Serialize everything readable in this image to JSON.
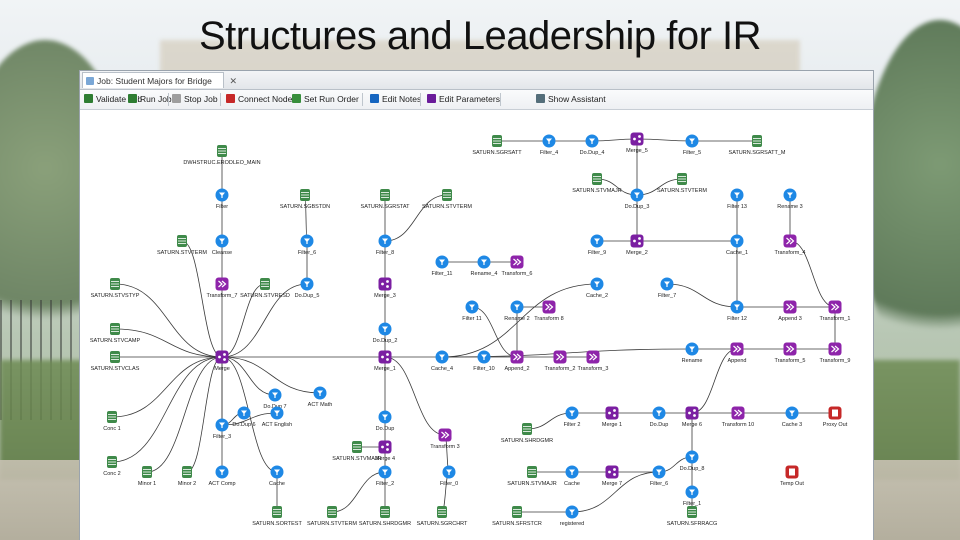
{
  "slide": {
    "title": "Structures and Leadership for IR"
  },
  "app": {
    "tab": {
      "label": "Job: Student Majors for Bridge",
      "close": "✕"
    },
    "toolbar": [
      {
        "label": "Validate Job",
        "icon": "validate-icon",
        "color": "#2e7d32"
      },
      {
        "label": "Run Job",
        "icon": "run-icon",
        "color": "#2e7d32"
      },
      {
        "label": "Stop Job",
        "icon": "stop-icon",
        "color": "#9e9e9e"
      },
      {
        "label": "Connect Nodes",
        "icon": "connect-icon",
        "color": "#c62828"
      },
      {
        "label": "Set Run Order",
        "icon": "run-order-icon",
        "color": "#388e3c"
      },
      {
        "label": "Edit Notes",
        "icon": "notes-icon",
        "color": "#1565c0"
      },
      {
        "label": "Edit Parameters",
        "icon": "parameters-icon",
        "color": "#6a1b9a"
      },
      {
        "label": "Show Assistant",
        "icon": "assistant-icon",
        "color": "#546e7a"
      }
    ]
  },
  "colors": {
    "source": "#3f8a4a",
    "filter": "#1e88e5",
    "merge": "#7b1fa2",
    "transform": "#8e24aa",
    "output": "#c62828"
  },
  "nodes": [
    {
      "id": "n1",
      "type": "source",
      "label": "SATURN.SGRSATT"
    },
    {
      "id": "n2",
      "type": "filter",
      "label": "Filter_4"
    },
    {
      "id": "n3",
      "type": "filter",
      "label": "Do.Dup_4"
    },
    {
      "id": "n4",
      "type": "merge",
      "label": "Merge_5"
    },
    {
      "id": "n5",
      "type": "filter",
      "label": "Filter_5"
    },
    {
      "id": "n6",
      "type": "source",
      "label": "SATURN.SGRSATT_M"
    },
    {
      "id": "n7",
      "type": "source",
      "label": "DWHSTRUC.ERODLEO_MAIN"
    },
    {
      "id": "n8",
      "type": "filter",
      "label": "Filter"
    },
    {
      "id": "n9",
      "type": "source",
      "label": "SATURN.SGBSTDN"
    },
    {
      "id": "n10",
      "type": "source",
      "label": "SATURN.SGRSTAT"
    },
    {
      "id": "n11",
      "type": "source",
      "label": "SATURN.STVTERM"
    },
    {
      "id": "n12",
      "type": "source",
      "label": "SATURN.STVMAJR"
    },
    {
      "id": "n13",
      "type": "source",
      "label": "SATURN.STVTERM"
    },
    {
      "id": "n14",
      "type": "filter",
      "label": "Do.Dup_3"
    },
    {
      "id": "n15",
      "type": "filter",
      "label": "Filter 13"
    },
    {
      "id": "n16",
      "type": "filter",
      "label": "Rename 3"
    },
    {
      "id": "n17",
      "type": "source",
      "label": "SATURN.STVTERM"
    },
    {
      "id": "n18",
      "type": "filter",
      "label": "Cleanse"
    },
    {
      "id": "n19",
      "type": "filter",
      "label": "Filter_6"
    },
    {
      "id": "n20",
      "type": "filter",
      "label": "Filter_8"
    },
    {
      "id": "n21",
      "type": "filter",
      "label": "Filter_11"
    },
    {
      "id": "n22",
      "type": "filter",
      "label": "Rename_4"
    },
    {
      "id": "n23",
      "type": "transform",
      "label": "Transform_6"
    },
    {
      "id": "n24",
      "type": "filter",
      "label": "Filter_9"
    },
    {
      "id": "n25",
      "type": "merge",
      "label": "Merge_2"
    },
    {
      "id": "n26",
      "type": "filter",
      "label": "Cache_1"
    },
    {
      "id": "n27",
      "type": "transform",
      "label": "Transform_4"
    },
    {
      "id": "n28",
      "type": "source",
      "label": "SATURN.STVSTYP"
    },
    {
      "id": "n29",
      "type": "transform",
      "label": "Transform_7"
    },
    {
      "id": "n30",
      "type": "source",
      "label": "SATURN.STVRESD"
    },
    {
      "id": "n31",
      "type": "filter",
      "label": "Do.Dup_5"
    },
    {
      "id": "n32",
      "type": "merge",
      "label": "Merge_3"
    },
    {
      "id": "n33",
      "type": "filter",
      "label": "Cache_2"
    },
    {
      "id": "n34",
      "type": "filter",
      "label": "Filter_7"
    },
    {
      "id": "n35",
      "type": "filter",
      "label": "Filter 12"
    },
    {
      "id": "n36",
      "type": "transform",
      "label": "Append 3"
    },
    {
      "id": "n37",
      "type": "transform",
      "label": "Transform_1"
    },
    {
      "id": "n38",
      "type": "source",
      "label": "SATURN.STVCAMP"
    },
    {
      "id": "n39",
      "type": "filter",
      "label": "Do.Dup_2"
    },
    {
      "id": "n40",
      "type": "filter",
      "label": "Filter 11"
    },
    {
      "id": "n41",
      "type": "filter",
      "label": "Rename 2"
    },
    {
      "id": "n42",
      "type": "transform",
      "label": "Transform 8"
    },
    {
      "id": "n43",
      "type": "source",
      "label": "SATURN.STVCLAS"
    },
    {
      "id": "n44",
      "type": "merge",
      "label": "Merge"
    },
    {
      "id": "n45",
      "type": "merge",
      "label": "Merge_1"
    },
    {
      "id": "n46",
      "type": "filter",
      "label": "Cache_4"
    },
    {
      "id": "n47",
      "type": "filter",
      "label": "Filter_10"
    },
    {
      "id": "n48",
      "type": "transform",
      "label": "Append_2"
    },
    {
      "id": "n49",
      "type": "transform",
      "label": "Transform_2"
    },
    {
      "id": "n50",
      "type": "transform",
      "label": "Transform_3"
    },
    {
      "id": "n51",
      "type": "filter",
      "label": "Rename"
    },
    {
      "id": "n52",
      "type": "transform",
      "label": "Append"
    },
    {
      "id": "n53",
      "type": "transform",
      "label": "Transform_5"
    },
    {
      "id": "n54",
      "type": "transform",
      "label": "Transform_9"
    },
    {
      "id": "n55",
      "type": "filter",
      "label": "Do.Dup 7"
    },
    {
      "id": "n56",
      "type": "filter",
      "label": "ACT Math"
    },
    {
      "id": "n57",
      "type": "source",
      "label": "Conc 1"
    },
    {
      "id": "n58",
      "type": "filter",
      "label": "Do.Dup 6"
    },
    {
      "id": "n59",
      "type": "filter",
      "label": "ACT English"
    },
    {
      "id": "n60",
      "type": "filter",
      "label": "Filter_3"
    },
    {
      "id": "n61",
      "type": "filter",
      "label": "Do.Dup"
    },
    {
      "id": "n62",
      "type": "source",
      "label": "SATURN.STVMAJR"
    },
    {
      "id": "n63",
      "type": "merge",
      "label": "Merge 4"
    },
    {
      "id": "n64",
      "type": "transform",
      "label": "Transform 3"
    },
    {
      "id": "n65",
      "type": "source",
      "label": "SATURN.SHRDGMR"
    },
    {
      "id": "n66",
      "type": "filter",
      "label": "Filter 2"
    },
    {
      "id": "n67",
      "type": "merge",
      "label": "Merge 1"
    },
    {
      "id": "n68",
      "type": "filter",
      "label": "Do.Dup"
    },
    {
      "id": "n69",
      "type": "merge",
      "label": "Merge 6"
    },
    {
      "id": "n70",
      "type": "transform",
      "label": "Transform 10"
    },
    {
      "id": "n71",
      "type": "filter",
      "label": "Cache 3"
    },
    {
      "id": "n72",
      "type": "output",
      "label": "Proxy Out"
    },
    {
      "id": "n73",
      "type": "source",
      "label": "Conc 2"
    },
    {
      "id": "n74",
      "type": "source",
      "label": "Minor 1"
    },
    {
      "id": "n75",
      "type": "source",
      "label": "Minor 2"
    },
    {
      "id": "n76",
      "type": "filter",
      "label": "ACT Comp"
    },
    {
      "id": "n77",
      "type": "filter",
      "label": "Cache"
    },
    {
      "id": "n78",
      "type": "filter",
      "label": "Filter_2"
    },
    {
      "id": "n79",
      "type": "filter",
      "label": "Filter_0"
    },
    {
      "id": "n80",
      "type": "source",
      "label": "SATURN.STVMAJR"
    },
    {
      "id": "n81",
      "type": "filter",
      "label": "Cache"
    },
    {
      "id": "n82",
      "type": "merge",
      "label": "Merge 7"
    },
    {
      "id": "n83",
      "type": "filter",
      "label": "Filter_6"
    },
    {
      "id": "n84",
      "type": "filter",
      "label": "Do.Dup_8"
    },
    {
      "id": "n85",
      "type": "filter",
      "label": "Filter_1"
    },
    {
      "id": "n86",
      "type": "output",
      "label": "Temp Out"
    },
    {
      "id": "n87",
      "type": "source",
      "label": "SATURN.SORTEST"
    },
    {
      "id": "n88",
      "type": "source",
      "label": "SATURN.STVTERM"
    },
    {
      "id": "n89",
      "type": "source",
      "label": "SATURN.SHRDGMR"
    },
    {
      "id": "n90",
      "type": "source",
      "label": "SATURN.SGRCHRT"
    },
    {
      "id": "n91",
      "type": "source",
      "label": "SATURN.SFRSTCR"
    },
    {
      "id": "n92",
      "type": "filter",
      "label": "registered"
    },
    {
      "id": "n93",
      "type": "source",
      "label": "SATURN.SFRRACG"
    }
  ]
}
